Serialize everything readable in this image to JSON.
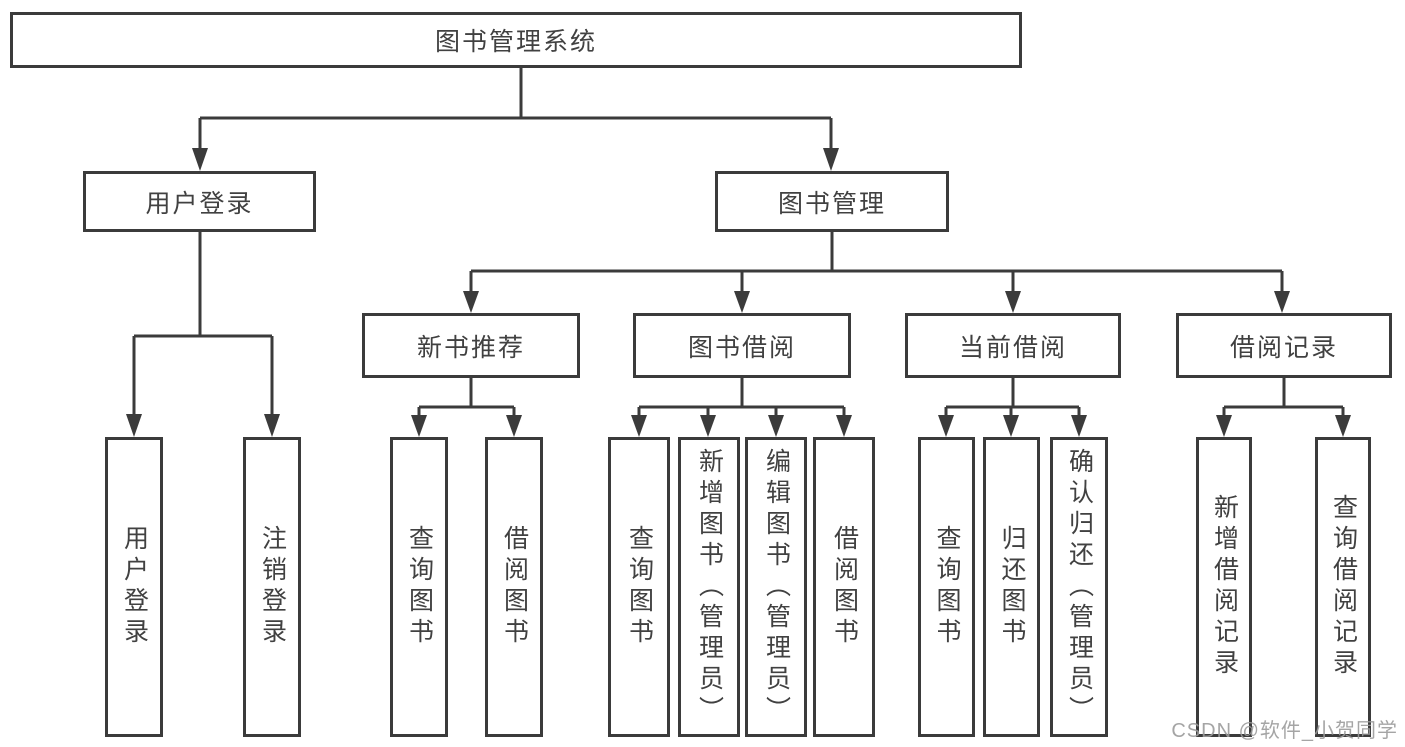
{
  "diagram": {
    "nodes": {
      "root": "图书管理系统",
      "user_login": "用户登录",
      "book_management": "图书管理",
      "new_book_recommend": "新书推荐",
      "book_borrow": "图书借阅",
      "current_borrow": "当前借阅",
      "borrow_record": "借阅记录",
      "leaf_user_login": "用户登录",
      "leaf_logout": "注销登录",
      "leaf_nbr_query_books": "查询图书",
      "leaf_nbr_borrow_books": "借阅图书",
      "leaf_bb_query_books": "查询图书",
      "leaf_bb_add_books": "新增图书（管理员）",
      "leaf_bb_edit_books": "编辑图书（管理员）",
      "leaf_bb_borrow_books": "借阅图书",
      "leaf_cb_query_books": "查询图书",
      "leaf_cb_return_books": "归还图书",
      "leaf_cb_confirm_return": "确认归还（管理员）",
      "leaf_br_add_record": "新增借阅记录",
      "leaf_br_query_record": "查询借阅记录"
    },
    "colors": {
      "line": "#3b3b3b",
      "box_border": "#3b3b3b",
      "text": "#414141",
      "background": "#ffffff",
      "watermark": "#9b9b9b"
    }
  },
  "watermark": "CSDN @软件_小贺同学"
}
